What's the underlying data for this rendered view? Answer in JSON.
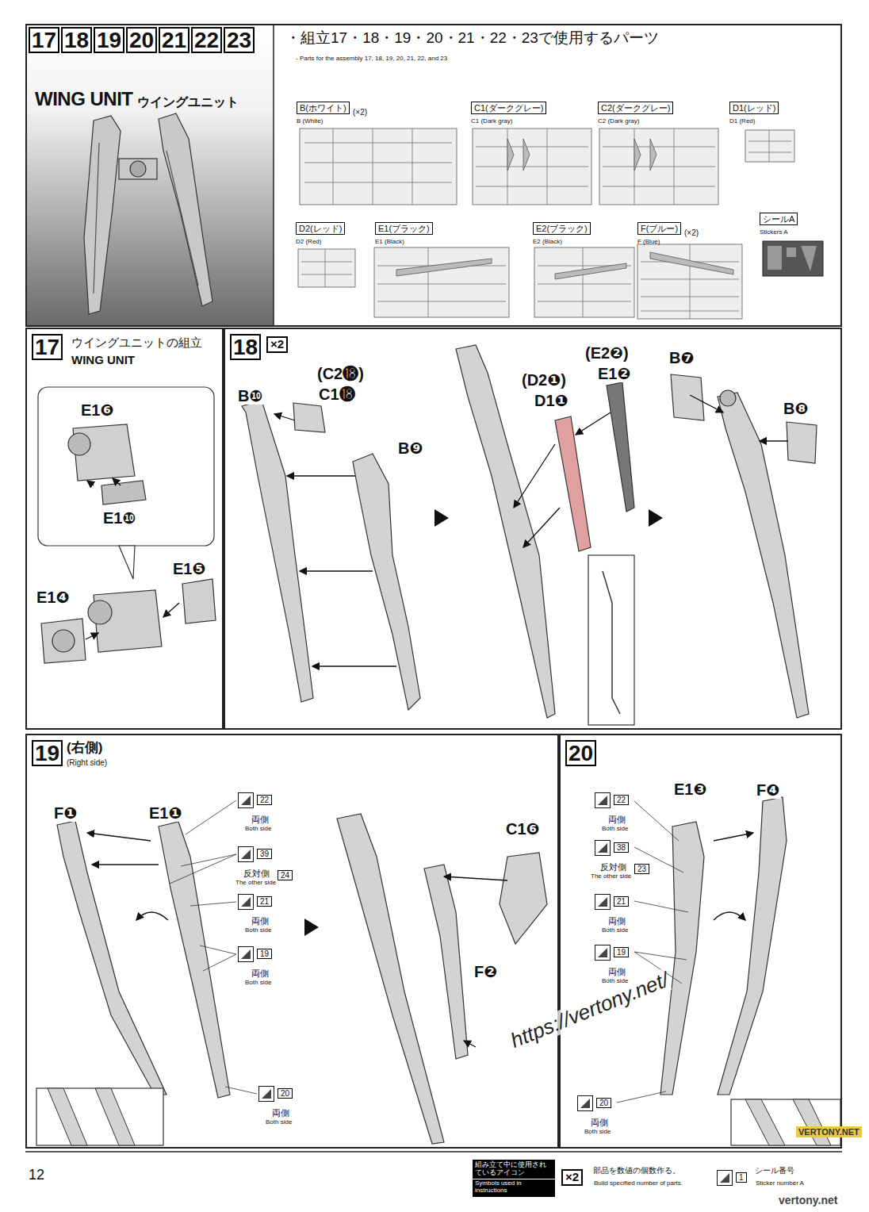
{
  "diagram": {
    "nodes": [
      {
        "text": [
          "17",
          "18",
          "19",
          "20",
          "21",
          "22",
          "23",
          "WING UNIT",
          "ウイングユニット"
        ]
      },
      {
        "text": [
          "B(ホワイト)",
          "B (White)",
          "(×2)"
        ],
        "in": 0
      },
      {
        "text": [
          "C1(ダークグレー)",
          "C1 (Dark gray)"
        ],
        "in": 0
      },
      {
        "text": [
          "C2(ダークグレー)",
          "C2 (Dark gray)"
        ],
        "in": 0
      },
      {
        "text": [
          "D1(レッド)",
          "D1 (Red)"
        ],
        "in": 0
      },
      {
        "text": [
          "D2(レッド)",
          "D2 (Red)"
        ],
        "in": 0
      },
      {
        "text": [
          "E1(ブラック)",
          "E1 (Black)"
        ],
        "in": 0
      },
      {
        "text": [
          "E2(ブラック)",
          "E2 (Black)"
        ],
        "in": 0
      },
      {
        "text": [
          "F(ブルー)",
          "F (Blue)",
          "(×2)"
        ],
        "in": 0
      },
      {
        "text": [
          "シールA",
          "Stickers A"
        ],
        "in": 0
      },
      {
        "text": [
          "17",
          "ウイングユニットの組立",
          "WING UNIT"
        ]
      },
      {
        "text": [
          "18"
        ]
      },
      {
        "text": [
          "19",
          "(右側)",
          "(Right side)"
        ]
      },
      {
        "text": [
          "20"
        ]
      }
    ],
    "labels": [
      "・組立17・18・19・20・21・22・23で使用するパーツ",
      "- Parts for the assembly 17, 18, 19, 20, 21, 22, and 23",
      "E1❻",
      "E1❿",
      "E1❺",
      "E1❹",
      "×2",
      "B❿",
      "(C2⓲)",
      "C1⓲",
      "B❾",
      "(D2❶)",
      "D1❶",
      "(E2❷)",
      "E1❷",
      "B❼",
      "B❽",
      "F❶",
      "E1❶",
      "22",
      "両側",
      "Both side",
      "39",
      "反対側",
      "The other side",
      "24",
      "21",
      "両側",
      "Both side",
      "19",
      "両側",
      "Both side",
      "20",
      "両側",
      "Both side",
      "C1❻",
      "F❷",
      "E1❸",
      "F❹",
      "22",
      "両側",
      "Both side",
      "38",
      "反対側",
      "The other side",
      "23",
      "21",
      "両側",
      "Both side",
      "19",
      "両側",
      "Both side",
      "20",
      "両側",
      "Both side",
      "12",
      "組み立て中に使用されているアイコン",
      "Symbols used in instructions",
      "×2",
      "部品を数値の個数作る。",
      "Build specified number of parts.",
      "1",
      "シール番号",
      "Sticker number A",
      "https://vertony.net/",
      "VERTONY.NET",
      "vertony.net"
    ]
  }
}
